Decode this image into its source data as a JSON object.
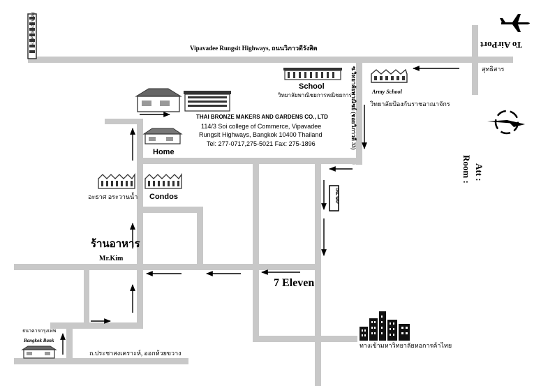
{
  "roads": {
    "highway": "Vipavadee Rungsit Highways, ถนนวิภาวดีรังสิต",
    "to_airport": "To AirPort",
    "express_way": "EXPRESS-Way",
    "soi_vertical": "ซ.วิทยาลัยพาณิชย์ (ซอยวิภาวดี 33)",
    "bottom_road": "ถ.ประชาสงเคราะห์, ออกห้วยขวาง",
    "one_way": "ONE WAY"
  },
  "company": {
    "name": "THAI BRONZE MAKERS AND GARDENS CO., LTD",
    "address1": "114/3 Soi college of Commerce, Vipavadee",
    "address2": "Rungsit Highways, Bangkok 10400 Thailand",
    "phone": "Tel: 277-0717,275-5021 Fax: 275-1896"
  },
  "places": {
    "school": "School",
    "school_th": "วิทยาลัยพาณิชยการพณิชยการ",
    "army_school": "Army School",
    "army_school_th": "วิทยาลัยป้องกันราชอาณาจักร",
    "sutthisan": "สุทธิสาร",
    "home": "Home",
    "condos": "Condos",
    "condos_th": "อะธาศ อระวานน้ำ",
    "restaurant_th": "ร้านอาหาร",
    "mr_kim": "Mr.Kim",
    "seven_eleven": "7 Eleven",
    "bank_th": "ธนาคารกรุงเทพ",
    "bangkok_bank": "Bangkok Bank",
    "university_th": "ทางเข้ามหาวิทยาลัยหอการค้าไทย",
    "att": "Att :",
    "room": "Room :"
  },
  "colors": {
    "road": "#c8c8c8",
    "arrow": "#000000",
    "building": "#333333"
  },
  "icons": [
    "airplane-icon",
    "compass-icon",
    "building-icon",
    "house-icon",
    "city-skyline-icon"
  ]
}
